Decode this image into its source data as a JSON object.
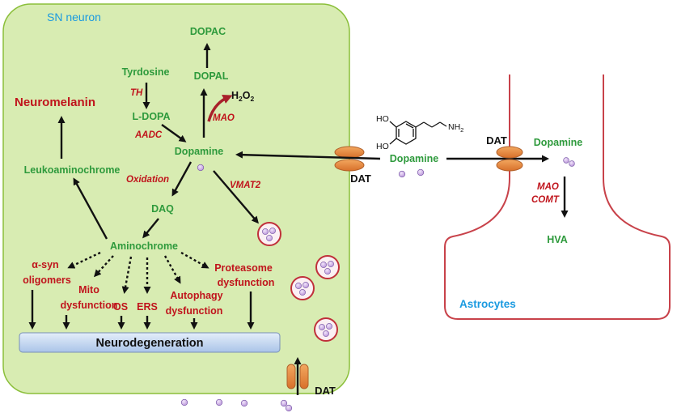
{
  "labels": {
    "neuron": "SN neuron",
    "astrocytes": "Astrocytes",
    "dopac": "DOPAC",
    "dopal": "DOPAL",
    "h2o2_main": "H",
    "h2o2_sub1": "2",
    "h2o2_o": "O",
    "h2o2_sub2": "2",
    "mao": "MAO",
    "tyrosine": "Tyrdosine",
    "th": "TH",
    "ldopa": "L-DOPA",
    "aadc": "AADC",
    "dopamine_in": "Dopamine",
    "neuromelanin": "Neuromelanin",
    "leukoaminochrome": "Leukoaminochrome",
    "oxidation": "Oxidation",
    "vmat2": "VMAT2",
    "daq": "DAQ",
    "aminochrome": "Aminochrome",
    "asyn_1": "α-syn",
    "asyn_2": "oligomers",
    "mito_1": "Mito",
    "mito_2": "dysfunction",
    "os": "OS",
    "ers": "ERS",
    "autophagy_1": "Autophagy",
    "autophagy_2": "dysfunction",
    "proteasome_1": "Proteasome",
    "proteasome_2": "dysfunction",
    "neurodegeneration": "Neurodegeneration",
    "dat_main": "DAT",
    "dat_bottom": "DAT",
    "dat_astro": "DAT",
    "dopamine_mid": "Dopamine",
    "dopamine_astro": "Dopamine",
    "mao_astro": "MAO",
    "comt": "COMT",
    "hva": "HVA",
    "ho_top": "HO",
    "ho_bottom": "HO",
    "nh2": "NH",
    "nh2_sub": "2"
  },
  "colors": {
    "neuron_fill": "#d7ecb0",
    "neuron_stroke": "#8bbf3a",
    "green_text": "#2e9a3c",
    "red_text": "#c0141c",
    "blue_text": "#1a9ae0",
    "astro_stroke": "#c8424a",
    "transporter": "#e8883a",
    "vesicle": "#c8a0e0"
  },
  "icons": {
    "transporter": "dat-transporter-icon",
    "vesicle": "vesicle-icon",
    "molecule": "dopamine-structure-icon"
  }
}
